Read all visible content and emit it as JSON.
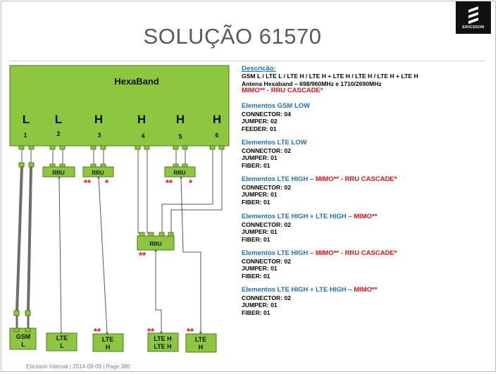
{
  "title": "SOLUÇÃO 61570",
  "logo_text": "ERICSSON",
  "footer": "Ericsson Internal  |  2014-09-09  |  Page 380",
  "colors": {
    "green": "#8dc63f",
    "red": "#e8111c",
    "blue": "#1f6fc4",
    "cable": "#6d6d6d"
  },
  "antenna": {
    "name": "HexaBand",
    "bands": [
      "L",
      "L",
      "H",
      "H",
      "H",
      "H"
    ],
    "ports": [
      "1",
      "2",
      "3",
      "4",
      "5",
      "6"
    ]
  },
  "rru_label": "RRU",
  "markers": {
    "double": "**",
    "single": "*"
  },
  "units": [
    {
      "line1": "GSM",
      "line2": "L"
    },
    {
      "line1": "LTE",
      "line2": "L"
    },
    {
      "line1": "LTE",
      "line2": "H"
    },
    {
      "line1": "LTE H",
      "line2": "LTE H"
    },
    {
      "line1": "LTE",
      "line2": "H"
    }
  ],
  "description": {
    "heading": "Descrição:",
    "line1": "GSM L / LTE L / LTE H / LTE H + LTE H / LTE H / LTE H + LTE H",
    "line2": "Antena Hexaband – 698/960MHz  e  1710/2690MHz",
    "line3": "MIMO** - RRU CASCADE*"
  },
  "sections": [
    {
      "head_blue": "Elementos GSM LOW",
      "head_red": "",
      "connector": "CONNECTOR: 04",
      "jumper": "JUMPER: 02",
      "last": "FEEDER: 01"
    },
    {
      "head_blue": "Elementos LTE LOW",
      "head_red": "",
      "connector": "CONNECTOR: 02",
      "jumper": "JUMPER: 01",
      "last": "FIBER: 01"
    },
    {
      "head_blue": "Elementos LTE HIGH – ",
      "head_red": "MIMO** - RRU CASCADE*",
      "connector": "CONNECTOR: 02",
      "jumper": "JUMPER: 01",
      "last": "FIBER: 01"
    },
    {
      "head_blue": "Elementos LTE HIGH + LTE HIGH – ",
      "head_red": "MIMO**",
      "connector": "CONNECTOR: 02",
      "jumper": "JUMPER: 01",
      "last": "FIBER: 01"
    },
    {
      "head_blue": "Elementos LTE HIGH – ",
      "head_red": "MIMO** - RRU CASCADE*",
      "connector": "CONNECTOR: 02",
      "jumper": "JUMPER: 01",
      "last": "FIBER: 01"
    },
    {
      "head_blue": "Elementos LTE HIGH + LTE HIGH – ",
      "head_red": "MIMO**",
      "connector": "CONNECTOR: 02",
      "jumper": "JUMPER: 01",
      "last": "FIBER: 01"
    }
  ]
}
